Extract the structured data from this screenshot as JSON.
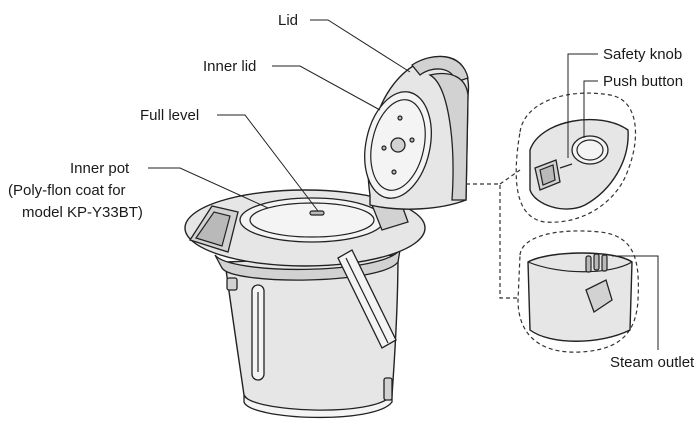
{
  "labels": {
    "lid": "Lid",
    "inner_lid": "Inner lid",
    "full_level": "Full level",
    "inner_pot_line1": "Inner pot",
    "inner_pot_line2": "(Poly-flon coat for",
    "inner_pot_line3": "model KP-Y33BT)",
    "safety_knob": "Safety knob",
    "push_button": "Push button",
    "steam_outlet": "Steam outlet"
  }
}
